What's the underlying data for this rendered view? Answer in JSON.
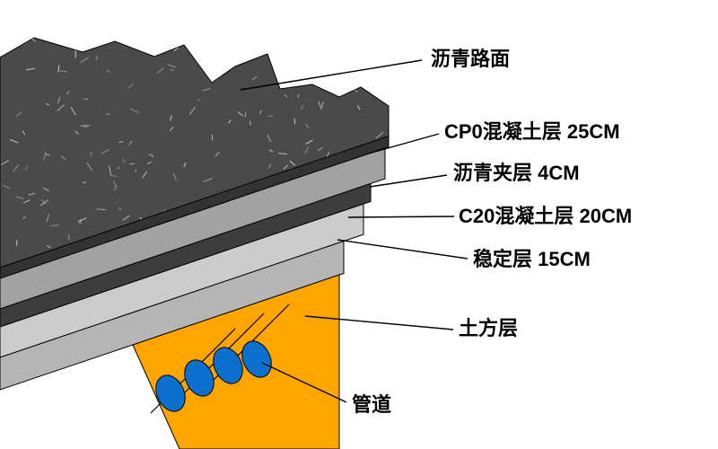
{
  "diagram": {
    "type": "road-pavement-cross-section",
    "layers": [
      {
        "name": "asphalt-surface",
        "label": "沥青路面"
      },
      {
        "name": "cp0-concrete",
        "label": "CP0混凝土层 25CM"
      },
      {
        "name": "asphalt-interlayer",
        "label": "沥青夹层 4CM"
      },
      {
        "name": "c20-concrete",
        "label": "C20混凝土层 20CM"
      },
      {
        "name": "stabilized-layer",
        "label": "稳定层 15CM"
      },
      {
        "name": "earthwork",
        "label": "土方层"
      },
      {
        "name": "pipes",
        "label": "管道"
      }
    ],
    "pipes": {
      "count": 4
    },
    "colors": {
      "asphalt": "#4a4a4a",
      "asphalt_side": "#333333",
      "cp0": "#a2a2a2",
      "interlayer": "#3d3d3d",
      "c20": "#cccccc",
      "stable": "#b5b5b5",
      "earth": "#ffa500",
      "pipe": "#0b6fce",
      "speckle": "#e8e8e8"
    }
  }
}
